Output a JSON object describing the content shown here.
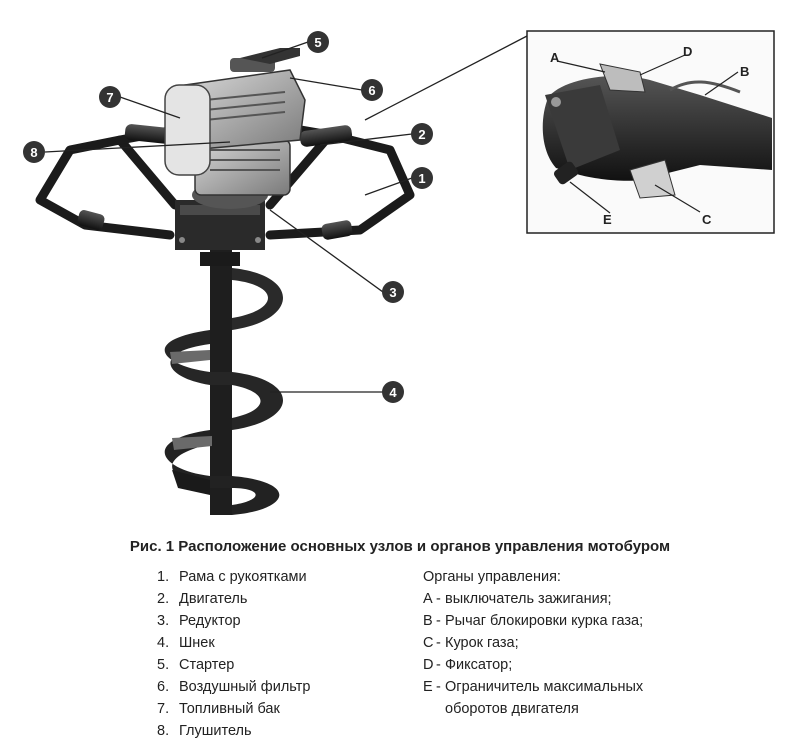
{
  "caption": "Рис. 1 Расположение основных узлов и органов управления  мотобуром",
  "callouts": [
    "1",
    "2",
    "3",
    "4",
    "5",
    "6",
    "7",
    "8"
  ],
  "inset_callouts": [
    "A",
    "B",
    "C",
    "D",
    "E"
  ],
  "parts": [
    {
      "num": "1.",
      "text": "Рама с рукоятками"
    },
    {
      "num": "2.",
      "text": "Двигатель"
    },
    {
      "num": "3.",
      "text": "Редуктор"
    },
    {
      "num": "4.",
      "text": "Шнек"
    },
    {
      "num": "5.",
      "text": "Стартер"
    },
    {
      "num": "6.",
      "text": "Воздушный фильтр"
    },
    {
      "num": "7.",
      "text": "Топливный бак"
    },
    {
      "num": "8.",
      "text": "Глушитель"
    }
  ],
  "controls_title": "Органы управления:",
  "controls": [
    {
      "letter": "A",
      "text": "выключатель зажигания;"
    },
    {
      "letter": "B",
      "text": "Рычаг блокировки курка газа;"
    },
    {
      "letter": "C",
      "text": "Курок газа;"
    },
    {
      "letter": "D",
      "text": "Фиксатор;"
    },
    {
      "letter": "E",
      "text": "Ограничитель максимальных"
    }
  ],
  "controls_continuation": "оборотов двигателя"
}
